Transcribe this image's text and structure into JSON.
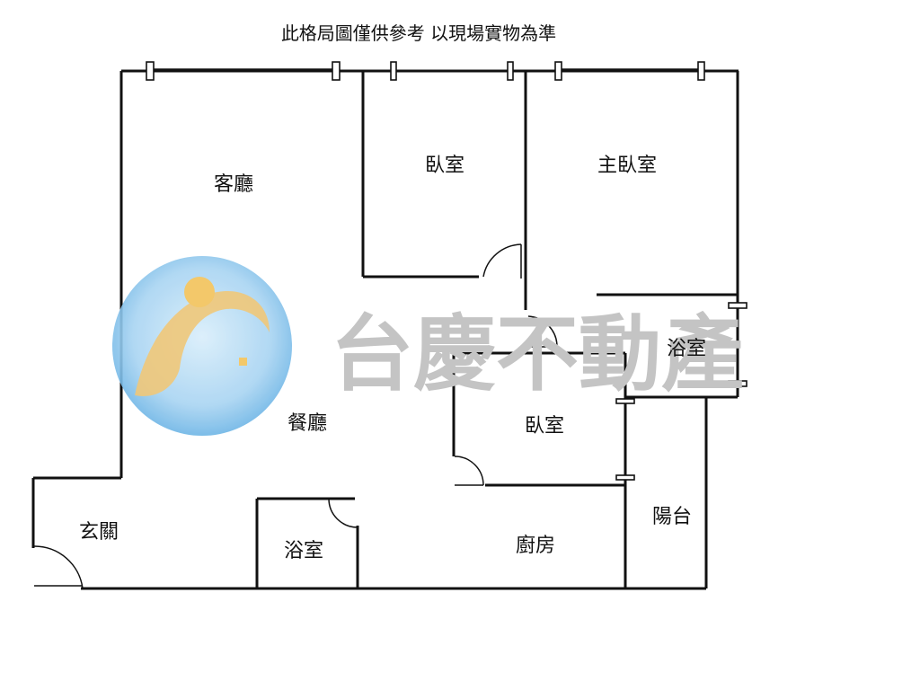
{
  "disclaimer": "此格局圖僅供參考 以現場實物為準",
  "watermark": {
    "text": "台慶不動產",
    "color": "#c4c4c4"
  },
  "rooms": {
    "living_room": "客廳",
    "bedroom_north": "臥室",
    "master_bedroom": "主臥室",
    "bathroom_east": "浴室",
    "dining_room": "餐廳",
    "bedroom_center": "臥室",
    "entrance": "玄關",
    "bathroom_south": "浴室",
    "kitchen": "廚房",
    "balcony": "陽台"
  },
  "colors": {
    "wall": "#111111",
    "background": "#ffffff",
    "logo_blue": "#5aaee6",
    "logo_gold": "#e9b84a"
  }
}
